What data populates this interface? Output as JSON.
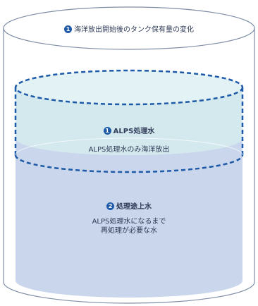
{
  "title": {
    "marker": "1",
    "text": "海洋放出開始後のタンク保有量の変化"
  },
  "alps_water": {
    "marker": "1",
    "label": "ALPS処理水",
    "description": "ALPS処理水のみ海洋放出"
  },
  "untreated_water": {
    "marker": "2",
    "label": "処理途上水",
    "description_lines": [
      "ALPS処理水になるまで",
      "再処理が必要な水"
    ]
  },
  "colors": {
    "tank_outline": "#7f8da6",
    "alps_fill": "#d3e9ee",
    "alps_dash": "#1e5aa8",
    "untreated_fill": "#c9d6ec",
    "marker_blue": "#1e5aa8",
    "text": "#2f3b57"
  }
}
